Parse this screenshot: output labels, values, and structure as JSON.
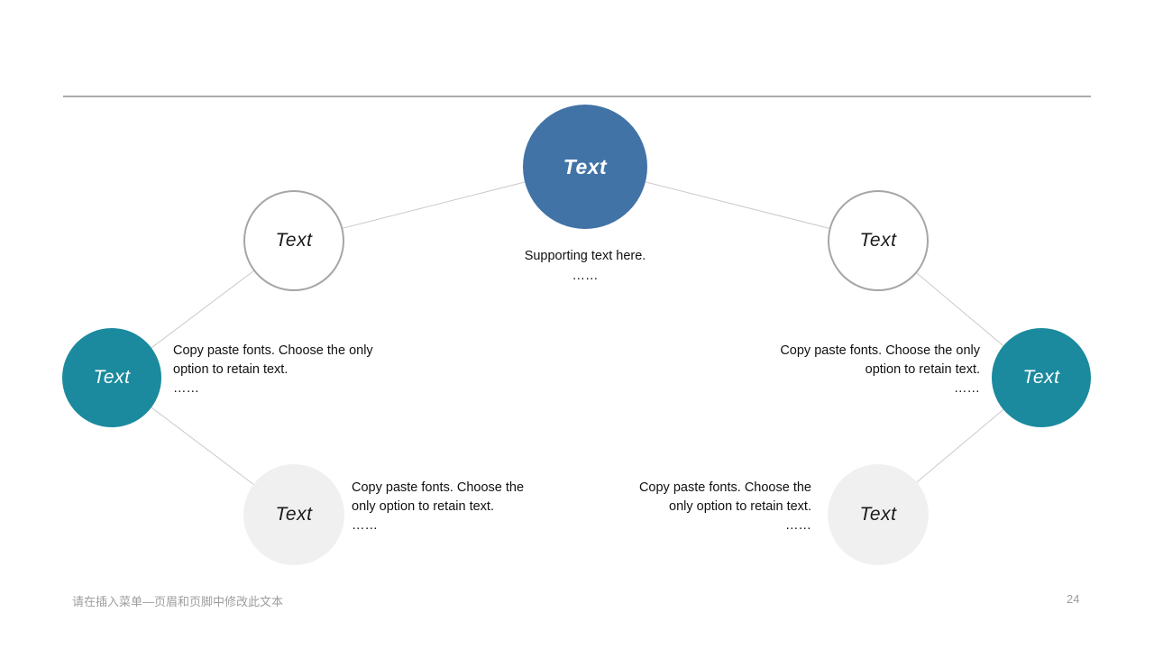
{
  "colors": {
    "accent_blue": "#4173a6",
    "accent_teal": "#1b8a9e",
    "circle_fill_gray": "#f0f0f0",
    "circle_border_gray": "#a6a6a6",
    "connector_gray": "#c9c9c9",
    "divider_gray": "#ababab",
    "footer_gray": "#9e9e9e"
  },
  "diagram": {
    "nodes": {
      "top_blue": {
        "label": "Text"
      },
      "left_white": {
        "label": "Text"
      },
      "right_white": {
        "label": "Text"
      },
      "left_teal": {
        "label": "Text"
      },
      "right_teal": {
        "label": "Text"
      },
      "bottom_left_gray": {
        "label": "Text"
      },
      "bottom_right_gray": {
        "label": "Text"
      }
    },
    "center_caption": {
      "line1": "Supporting text here.",
      "line2": "……"
    },
    "annotations": {
      "left_mid": {
        "lines": [
          "Copy paste fonts. Choose the only",
          "option to retain text.",
          "……"
        ]
      },
      "right_mid": {
        "lines": [
          "Copy paste fonts. Choose the only",
          "option to retain text.",
          "……"
        ]
      },
      "left_bottom": {
        "lines": [
          "Copy paste fonts. Choose the",
          "only option to retain text.",
          "……"
        ]
      },
      "right_bottom": {
        "lines": [
          "Copy paste fonts. Choose the",
          "only option to retain text.",
          "……"
        ]
      }
    }
  },
  "footer": {
    "text": "请在插入菜单—页眉和页脚中修改此文本",
    "page_number": "24"
  }
}
